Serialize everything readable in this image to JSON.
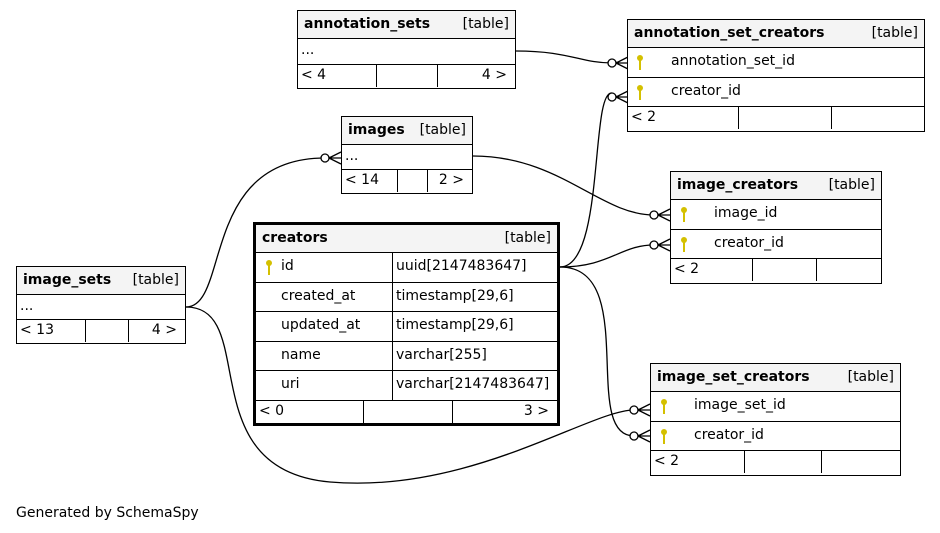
{
  "tables": {
    "annotation_sets": {
      "name": "annotation_sets",
      "tag": "[table]",
      "placeholder": "...",
      "footer_left": "< 4",
      "footer_right": "4 >"
    },
    "annotation_set_creators": {
      "name": "annotation_set_creators",
      "tag": "[table]",
      "columns": [
        {
          "name": "annotation_set_id",
          "key": true
        },
        {
          "name": "creator_id",
          "key": true
        }
      ],
      "footer_left": "< 2",
      "footer_right": ""
    },
    "images": {
      "name": "images",
      "tag": "[table]",
      "placeholder": "...",
      "footer_left": "< 14",
      "footer_right": "2 >"
    },
    "image_creators": {
      "name": "image_creators",
      "tag": "[table]",
      "columns": [
        {
          "name": "image_id",
          "key": true
        },
        {
          "name": "creator_id",
          "key": true
        }
      ],
      "footer_left": "< 2",
      "footer_right": ""
    },
    "creators": {
      "name": "creators",
      "tag": "[table]",
      "columns": [
        {
          "name": "id",
          "type": "uuid[2147483647]",
          "key": true
        },
        {
          "name": "created_at",
          "type": "timestamp[29,6]",
          "key": false
        },
        {
          "name": "updated_at",
          "type": "timestamp[29,6]",
          "key": false
        },
        {
          "name": "name",
          "type": "varchar[255]",
          "key": false
        },
        {
          "name": "uri",
          "type": "varchar[2147483647]",
          "key": false
        }
      ],
      "footer_left": "< 0",
      "footer_right": "3 >"
    },
    "image_sets": {
      "name": "image_sets",
      "tag": "[table]",
      "placeholder": "...",
      "footer_left": "< 13",
      "footer_right": "4 >"
    },
    "image_set_creators": {
      "name": "image_set_creators",
      "tag": "[table]",
      "columns": [
        {
          "name": "image_set_id",
          "key": true
        },
        {
          "name": "creator_id",
          "key": true
        }
      ],
      "footer_left": "< 2",
      "footer_right": ""
    }
  },
  "relationships": [
    {
      "from": "annotation_set_creators.annotation_set_id",
      "to": "annotation_sets"
    },
    {
      "from": "annotation_set_creators.creator_id",
      "to": "creators.id"
    },
    {
      "from": "image_creators.image_id",
      "to": "images"
    },
    {
      "from": "image_creators.creator_id",
      "to": "creators.id"
    },
    {
      "from": "image_set_creators.image_set_id",
      "to": "image_sets"
    },
    {
      "from": "image_set_creators.creator_id",
      "to": "creators.id"
    },
    {
      "from": "images",
      "to": "image_sets"
    }
  ],
  "colors": {
    "border": "#000000",
    "header_bg": "#f4f4f4",
    "key_icon": "#d4c000"
  },
  "icons": {
    "primary_key": "key-icon",
    "edge_end": "crows-foot-optional-icon"
  },
  "credit": "Generated by SchemaSpy"
}
